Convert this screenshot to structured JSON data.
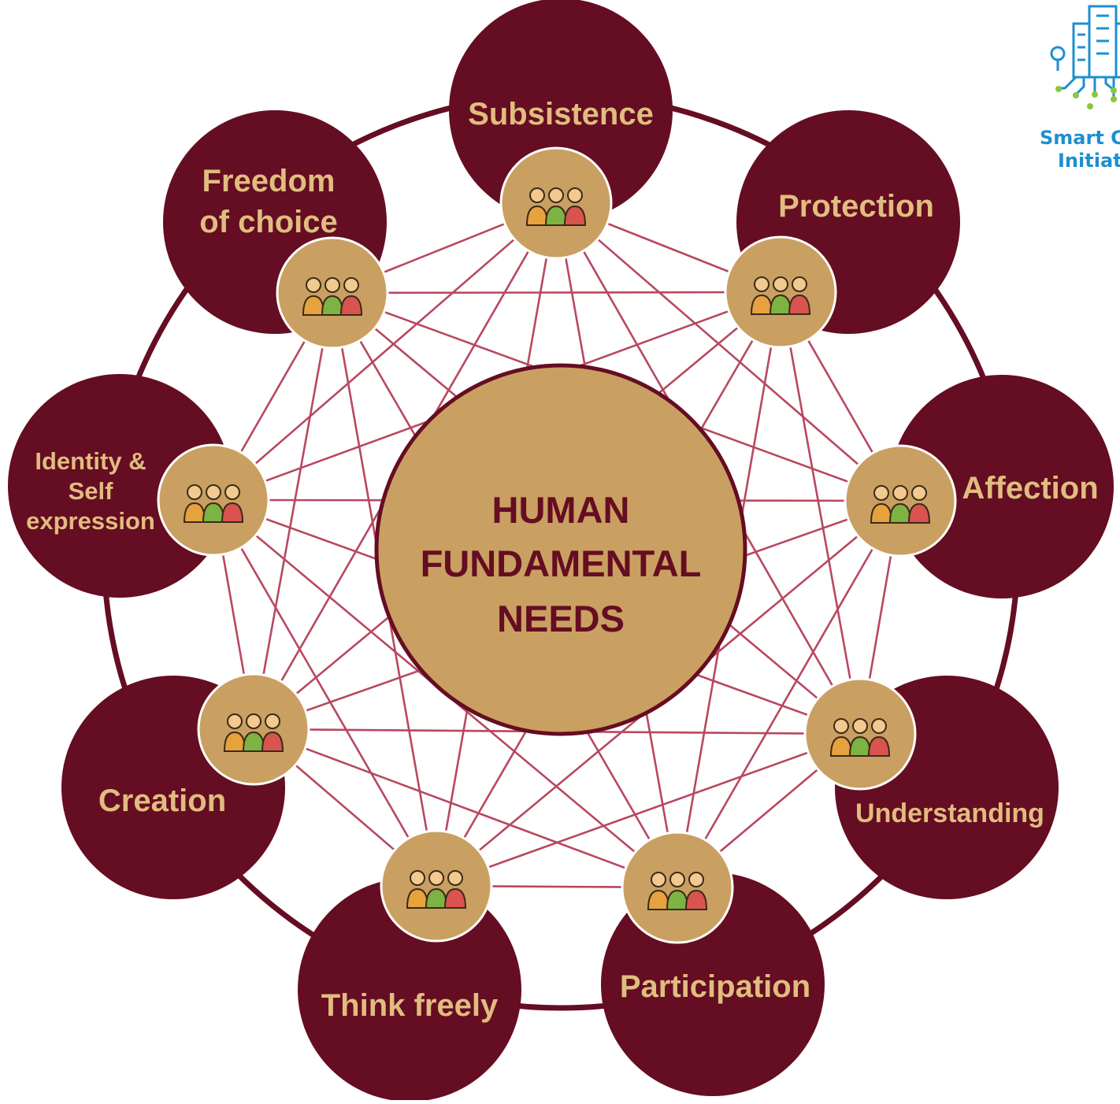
{
  "center": {
    "line1": "HUMAN",
    "line2": "FUNDAMENTAL",
    "line3": "NEEDS"
  },
  "colors": {
    "maroon": "#650d22",
    "gold": "#c9a061",
    "gold_text": "#e0bd7f",
    "link": "#b8485f",
    "logo": "#1e8fd0",
    "logo_dots": "#8cc63f"
  },
  "needs": [
    {
      "id": "subsistence",
      "lines": [
        "Subsistence"
      ],
      "icon": "money-magnet-icon"
    },
    {
      "id": "protection",
      "lines": [
        "Protection"
      ],
      "icon": "house-shield-trophy-icon"
    },
    {
      "id": "affection",
      "lines": [
        "Affection"
      ],
      "icon": "family-heart-icon"
    },
    {
      "id": "understanding",
      "lines": [
        "Understanding"
      ],
      "icon": "lightbulb-team-icon"
    },
    {
      "id": "participation",
      "lines": [
        "Participation"
      ],
      "icon": "group-meeting-icon"
    },
    {
      "id": "think-freely",
      "lines": [
        "Think freely"
      ],
      "icon": "thinking-person-icon"
    },
    {
      "id": "creation",
      "lines": [
        "Creation"
      ],
      "icon": "gear-pencil-creation-icon"
    },
    {
      "id": "identity",
      "lines": [
        "Identity &",
        "Self",
        "expression"
      ],
      "icon": "acrobat-people-icon"
    },
    {
      "id": "freedom",
      "lines": [
        "Freedom",
        "of choice"
      ],
      "icon": "meeting-celebration-icon"
    }
  ],
  "logo": {
    "line1": "Smart C",
    "line2": "Initiati",
    "icon": "smart-city-building-icon"
  }
}
